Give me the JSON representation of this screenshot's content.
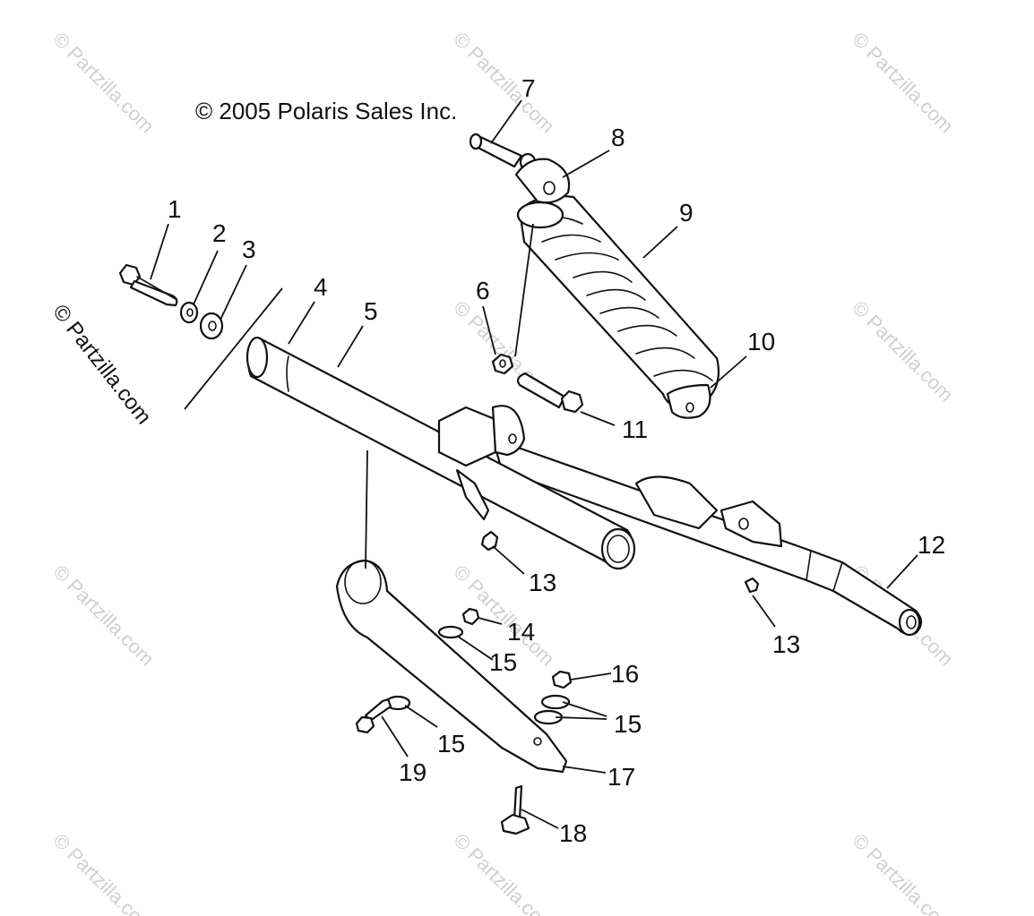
{
  "copyright": "© 2005 Polaris Sales Inc.",
  "side_watermark": "© Partzilla.com",
  "watermark": "© Partzilla.com",
  "callouts": [
    "1",
    "2",
    "3",
    "4",
    "5",
    "6",
    "7",
    "8",
    "9",
    "10",
    "11",
    "12",
    "13",
    "13",
    "14",
    "15",
    "15",
    "15",
    "16",
    "17",
    "18",
    "19"
  ]
}
